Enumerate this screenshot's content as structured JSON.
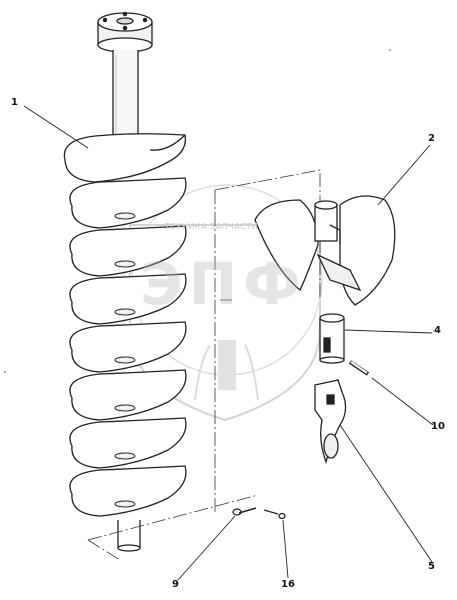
{
  "watermark": {
    "upper_text": "ТЕХНИКА    ЗАПЧАСТИ",
    "big_text": "ЭПФ"
  },
  "callouts": [
    {
      "id": "1",
      "label": "1"
    },
    {
      "id": "2",
      "label": "2"
    },
    {
      "id": "4",
      "label": "4"
    },
    {
      "id": "10",
      "label": "10"
    },
    {
      "id": "5",
      "label": "5"
    },
    {
      "id": "9",
      "label": "9"
    },
    {
      "id": "16",
      "label": "16"
    }
  ]
}
